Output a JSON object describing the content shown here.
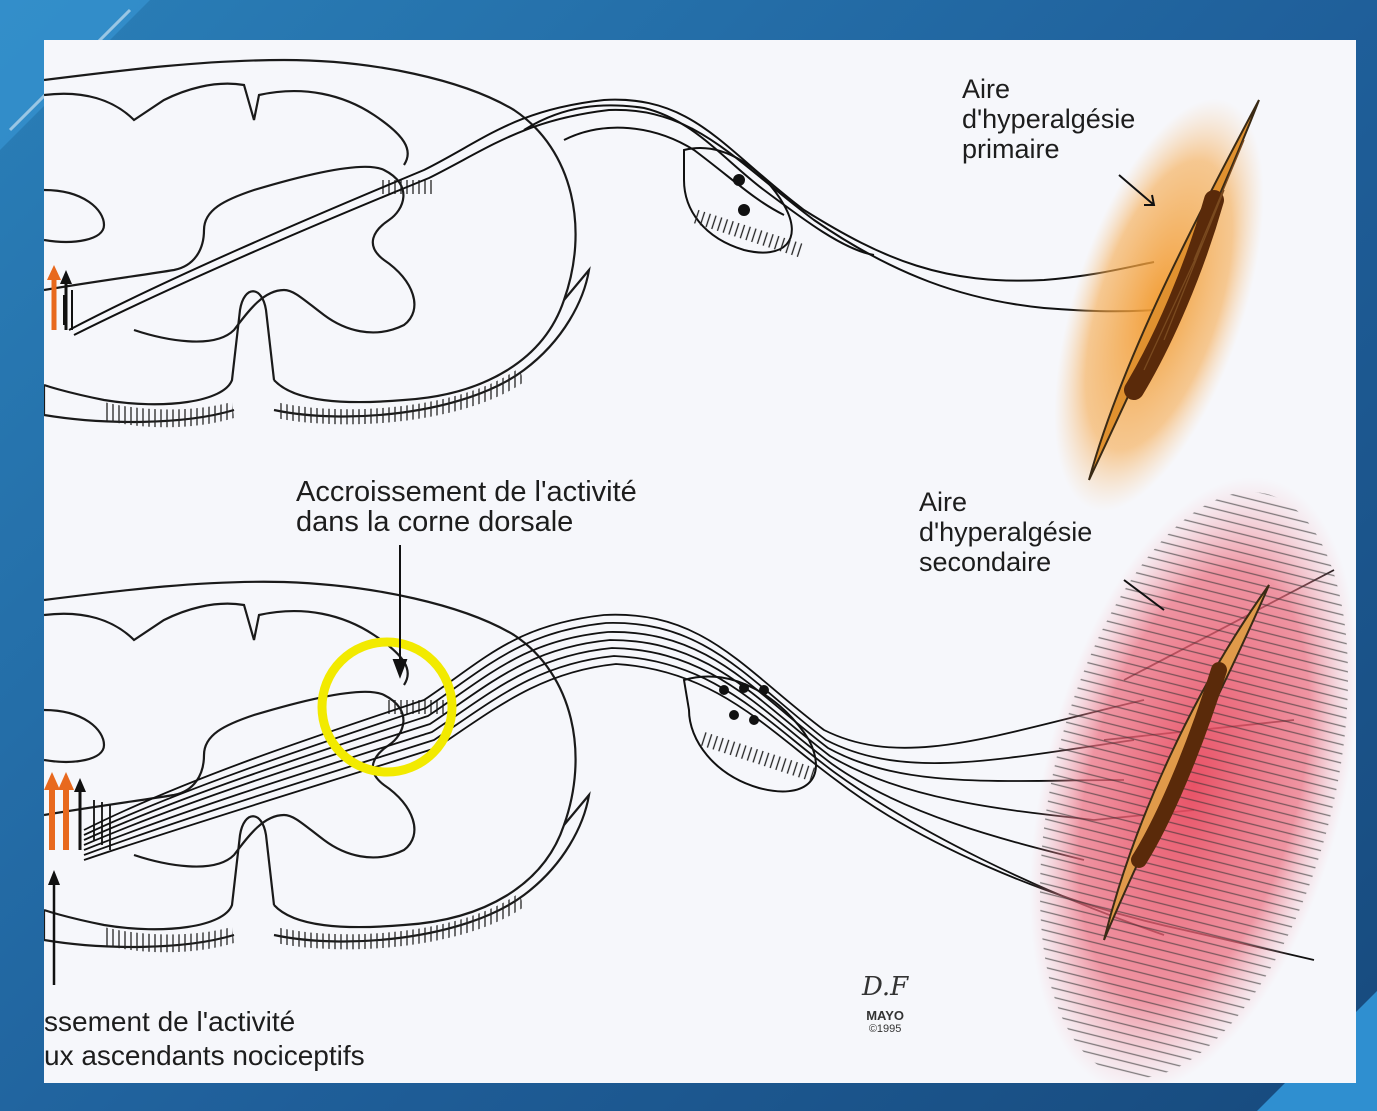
{
  "labels": {
    "primary_area": {
      "line1": "Aire",
      "line2": "d'hyperalgésie",
      "line3": "primaire"
    },
    "dorsal_horn": {
      "line1": "Accroissement de l'activité",
      "line2": "dans la corne dorsale"
    },
    "secondary_area": {
      "line1": "Aire",
      "line2": "d'hyperalgésie",
      "line3": "secondaire"
    },
    "ascending": {
      "line1": "ssement de l'activité",
      "line2": "ux ascendants nociceptifs"
    }
  },
  "signature": {
    "initials": "D.F",
    "org": "MAYO",
    "year": "©1995"
  },
  "colors": {
    "frame": "#1f5f9a",
    "panel": "#f6f7fb",
    "primary_glow": "#f29a2e",
    "secondary_glow": "#e84a5f",
    "highlight_circle": "#f2ea00",
    "arrow_orange": "#e8691e"
  }
}
